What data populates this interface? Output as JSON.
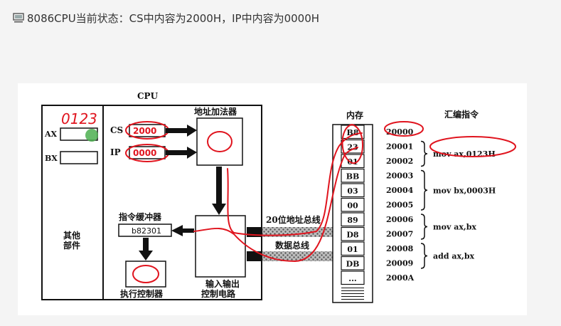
{
  "caption": "8086CPU当前状态：CS中内容为2000H，IP中内容为0000H",
  "colors": {
    "annotation": "#e0141e",
    "text": "#111111",
    "marker": "#4caf50",
    "background": "#f4f4f4"
  },
  "icons": {
    "caption": "monitor-icon"
  },
  "cpu": {
    "title": "CPU",
    "other_parts": "其他\n部件",
    "ax_label": "AX",
    "bx_label": "BX",
    "ax_handwritten": "0123",
    "cs_label": "CS",
    "cs_value": "2000",
    "ip_label": "IP",
    "ip_value": "0000",
    "adder_title": "地址加法器",
    "instr_buffer_title": "指令缓冲器",
    "instr_buffer_value": "b82301",
    "exec_control_title": "执行控制器",
    "io_control_title": "输入输出\n控制电路"
  },
  "bus": {
    "address_bus": "20位地址总线",
    "data_bus": "数据总线"
  },
  "memory": {
    "title": "内存",
    "cells": [
      "B8",
      "23",
      "01",
      "BB",
      "03",
      "00",
      "89",
      "D8",
      "01",
      "DB",
      "..."
    ],
    "addresses": [
      "20000",
      "20001",
      "20002",
      "20003",
      "20004",
      "20005",
      "20006",
      "20007",
      "20008",
      "20009",
      "2000A"
    ]
  },
  "instructions": {
    "title": "汇编指令",
    "items": [
      "mov ax,0123H",
      "mov bx,0003H",
      "mov ax,bx",
      "add ax,bx"
    ]
  }
}
